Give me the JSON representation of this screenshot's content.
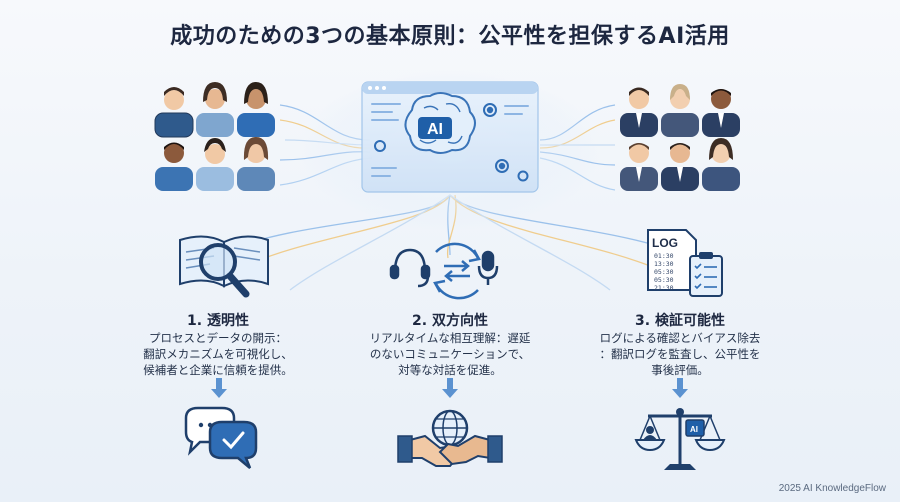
{
  "title": "成功のための3つの基本原則：公平性を担保するAI活用",
  "center_label": "AI",
  "columns": [
    {
      "title": "1. 透明性",
      "description": "プロセスとデータの開示：\n翻訳メカニズムを可視化し、\n候補者と企業に信頼を提供。",
      "icon": "magnifier-book-icon",
      "result_icon": "chat-check-icon"
    },
    {
      "title": "2. 双方向性",
      "description": "リアルタイムな相互理解：遅延\nのないコミュニケーションで、\n対等な対話を促進。",
      "icon": "headset-sync-mic-icon",
      "result_icon": "handshake-globe-icon"
    },
    {
      "title": "3. 検証可能性",
      "description": "ログによる確認とバイアス除去\n：翻訳ログを監査し、公平性を\n事後評価。",
      "icon": "log-checklist-icon",
      "result_icon": "scales-ai-icon",
      "log_label": "LOG",
      "log_times": [
        "01:30",
        "13:30",
        "05:30",
        "05:30",
        "21:30"
      ],
      "chip_label": "AI"
    }
  ],
  "footer": "2025 AI KnowledgeFlow",
  "colors": {
    "primary": "#2f6db5",
    "dark": "#1d2740",
    "light_blue": "#bcd6f2",
    "accent": "#f0b54a"
  }
}
